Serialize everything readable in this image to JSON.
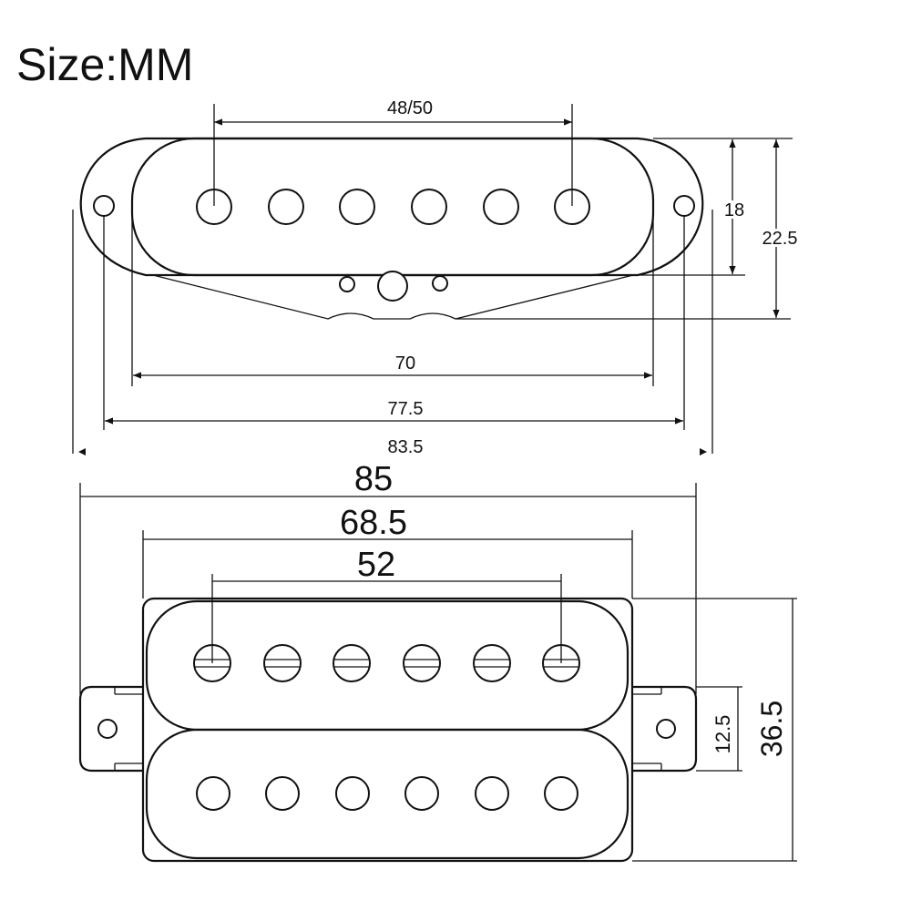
{
  "title": "Size:MM",
  "single_coil": {
    "pole_spacing": "48/50",
    "cover_height": "18",
    "total_height": "22.5",
    "cover_length": "70",
    "mount_hole_spacing": "77.5",
    "total_length": "83.5"
  },
  "humbucker": {
    "total_length": "85",
    "body_length": "68.5",
    "pole_spacing": "52",
    "tab_height": "12.5",
    "body_width": "36.5"
  },
  "colors": {
    "line": "#111111",
    "background": "#ffffff"
  }
}
